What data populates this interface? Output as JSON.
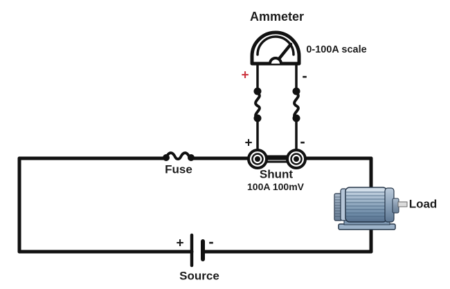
{
  "diagram": {
    "ammeter": {
      "title": "Ammeter",
      "scale_note": "0-100A scale",
      "positive": "+",
      "negative": "-"
    },
    "shunt": {
      "label": "Shunt",
      "rating": "100A 100mV",
      "positive": "+",
      "negative": "-"
    },
    "fuse": {
      "label": "Fuse"
    },
    "source": {
      "label": "Source",
      "positive": "+",
      "negative": "-"
    },
    "load": {
      "label": "Load"
    },
    "colors": {
      "wire": "#111111",
      "accent_red": "#cd3640",
      "motor_body": "#8aa3bd",
      "motor_outline": "#243447",
      "background": "#ffffff"
    }
  }
}
